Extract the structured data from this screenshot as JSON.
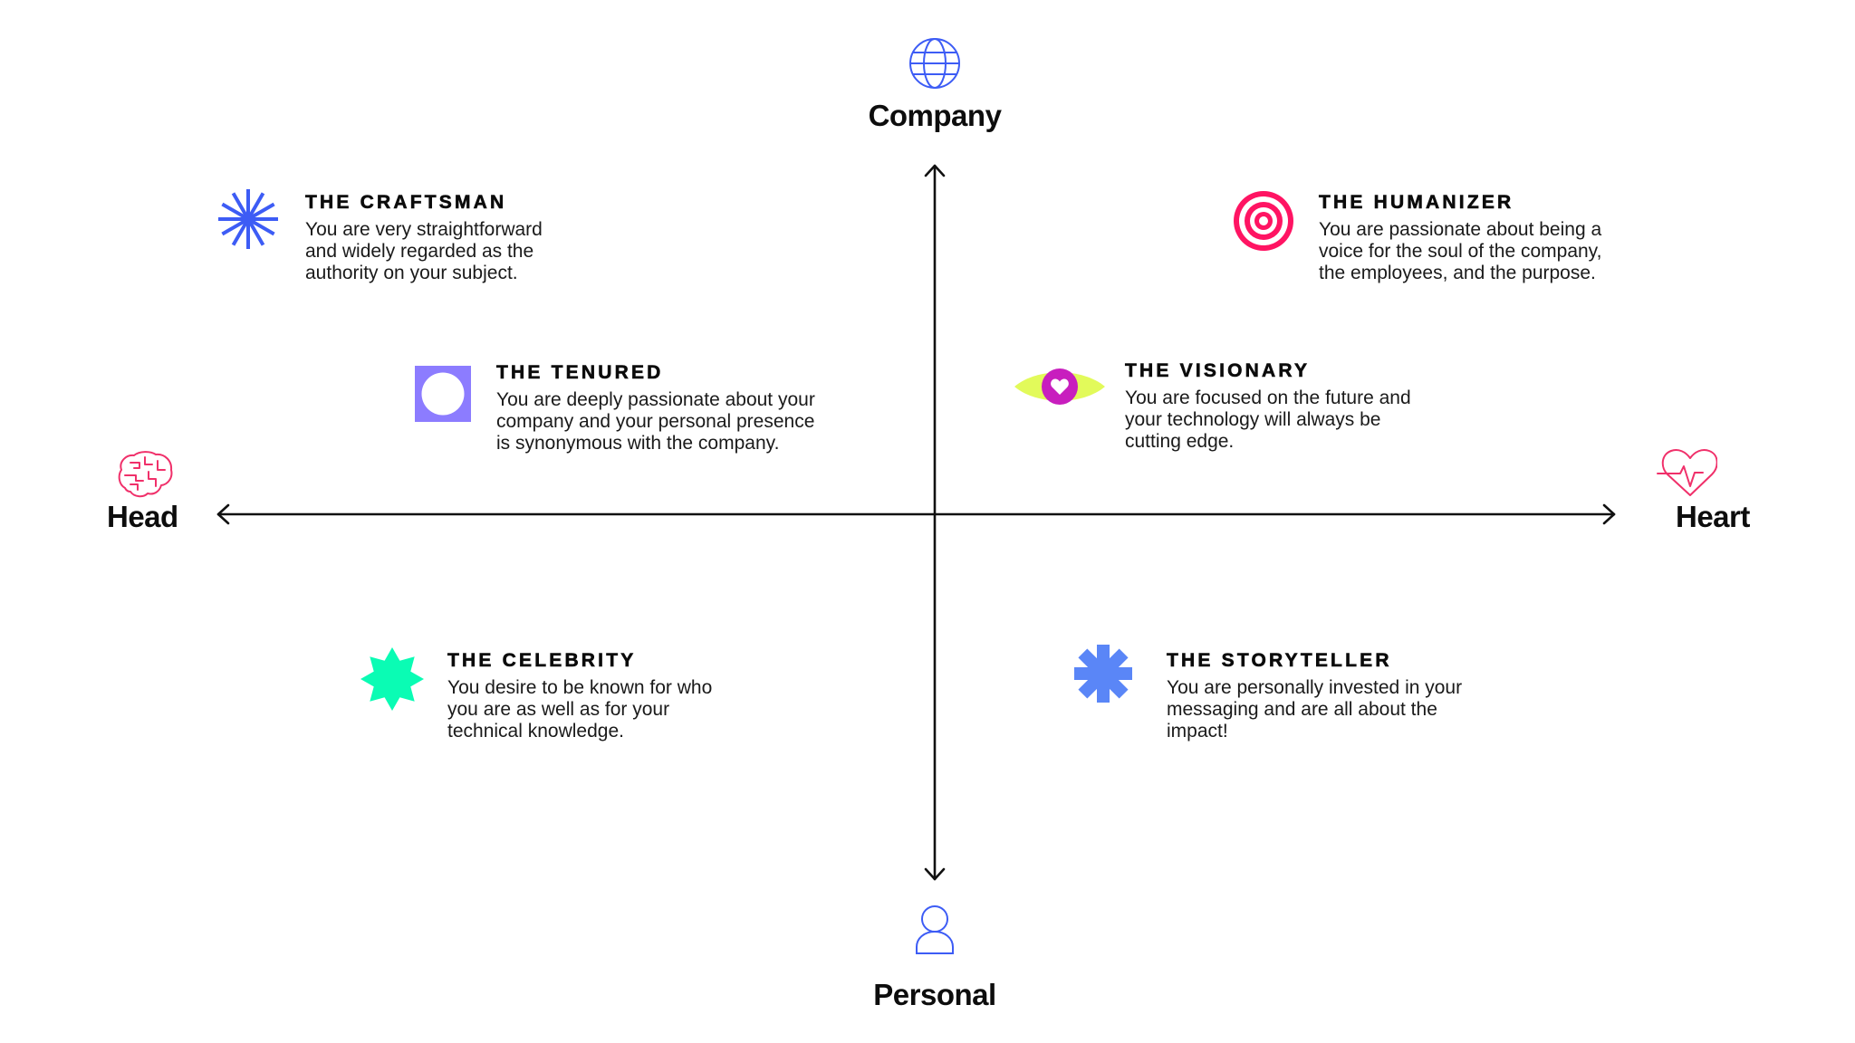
{
  "diagram": {
    "type": "quadrant-matrix",
    "axes": {
      "top": {
        "label": "Company",
        "icon": "globe-icon",
        "color": "#3d5cf5"
      },
      "bottom": {
        "label": "Personal",
        "icon": "person-icon",
        "color": "#3d5cf5"
      },
      "left": {
        "label": "Head",
        "icon": "brain-icon",
        "color": "#f0306a"
      },
      "right": {
        "label": "Heart",
        "icon": "heartbeat-icon",
        "color": "#f0306a"
      }
    },
    "personas": [
      {
        "id": "craftsman",
        "title": "THE CRAFTSMAN",
        "lines": [
          "You are very straightforward",
          "and widely regarded as the",
          "authority on your subject."
        ],
        "icon": "starburst-icon",
        "color": "#3d5cf5",
        "quadrant": "top-left"
      },
      {
        "id": "humanizer",
        "title": "THE HUMANIZER",
        "lines": [
          "You are passionate about being a",
          "voice for the soul of the company,",
          "the employees, and the purpose."
        ],
        "icon": "target-icon",
        "color": "#ff1463",
        "quadrant": "top-right"
      },
      {
        "id": "tenured",
        "title": "THE TENURED",
        "lines": [
          "You are deeply passionate about your",
          "company and your personal presence",
          "is synonymous with the company."
        ],
        "icon": "square-circle-icon",
        "color": "#8c7cff",
        "quadrant": "top-left"
      },
      {
        "id": "visionary",
        "title": "THE VISIONARY",
        "lines": [
          "You are focused on the future and",
          "your technology will always be",
          "cutting edge."
        ],
        "icon": "eye-heart-icon",
        "color": "#e2fa5a",
        "accent": "#c81ebe",
        "quadrant": "top-right"
      },
      {
        "id": "celebrity",
        "title": "THE CELEBRITY",
        "lines": [
          "You desire to be known for who",
          "you are as well as for your",
          "technical knowledge."
        ],
        "icon": "eight-point-star-icon",
        "color": "#0afcb4",
        "quadrant": "bottom-left"
      },
      {
        "id": "storyteller",
        "title": "THE STORYTELLER",
        "lines": [
          "You are personally invested in your",
          "messaging and are all about the",
          "impact!"
        ],
        "icon": "asterisk-icon",
        "color": "#5a86f7",
        "quadrant": "bottom-right"
      }
    ]
  }
}
